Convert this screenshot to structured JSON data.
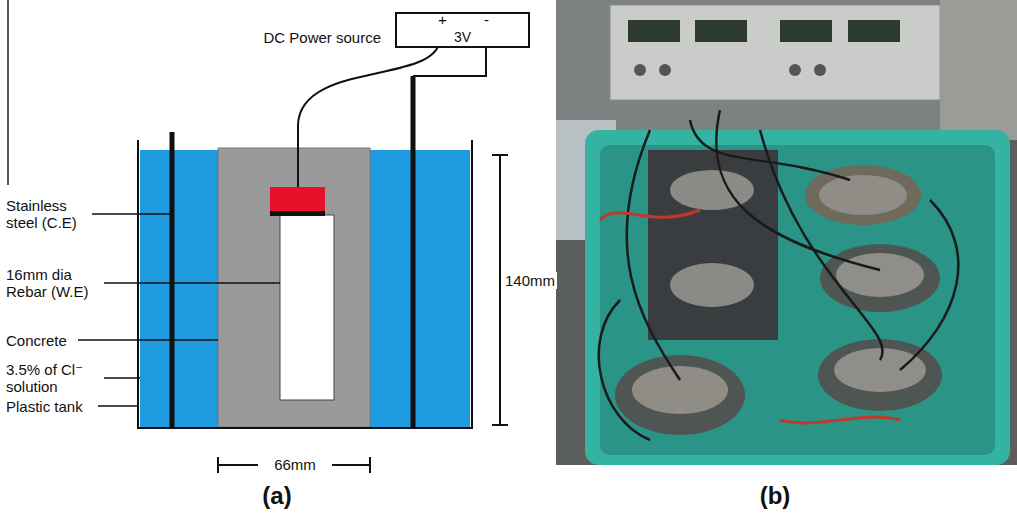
{
  "diagram": {
    "nodes": [
      {
        "text": [
          "DC Power source",
          "+",
          "-",
          "3V"
        ]
      }
    ],
    "labels": [
      "Stainless steel (C.E)",
      "16mm dia Rebar (W.E)",
      "Concrete",
      "3.5% of Cl⁻ solution",
      "Plastic tank",
      "140mm",
      "66mm",
      "(a)",
      "(b)"
    ]
  }
}
